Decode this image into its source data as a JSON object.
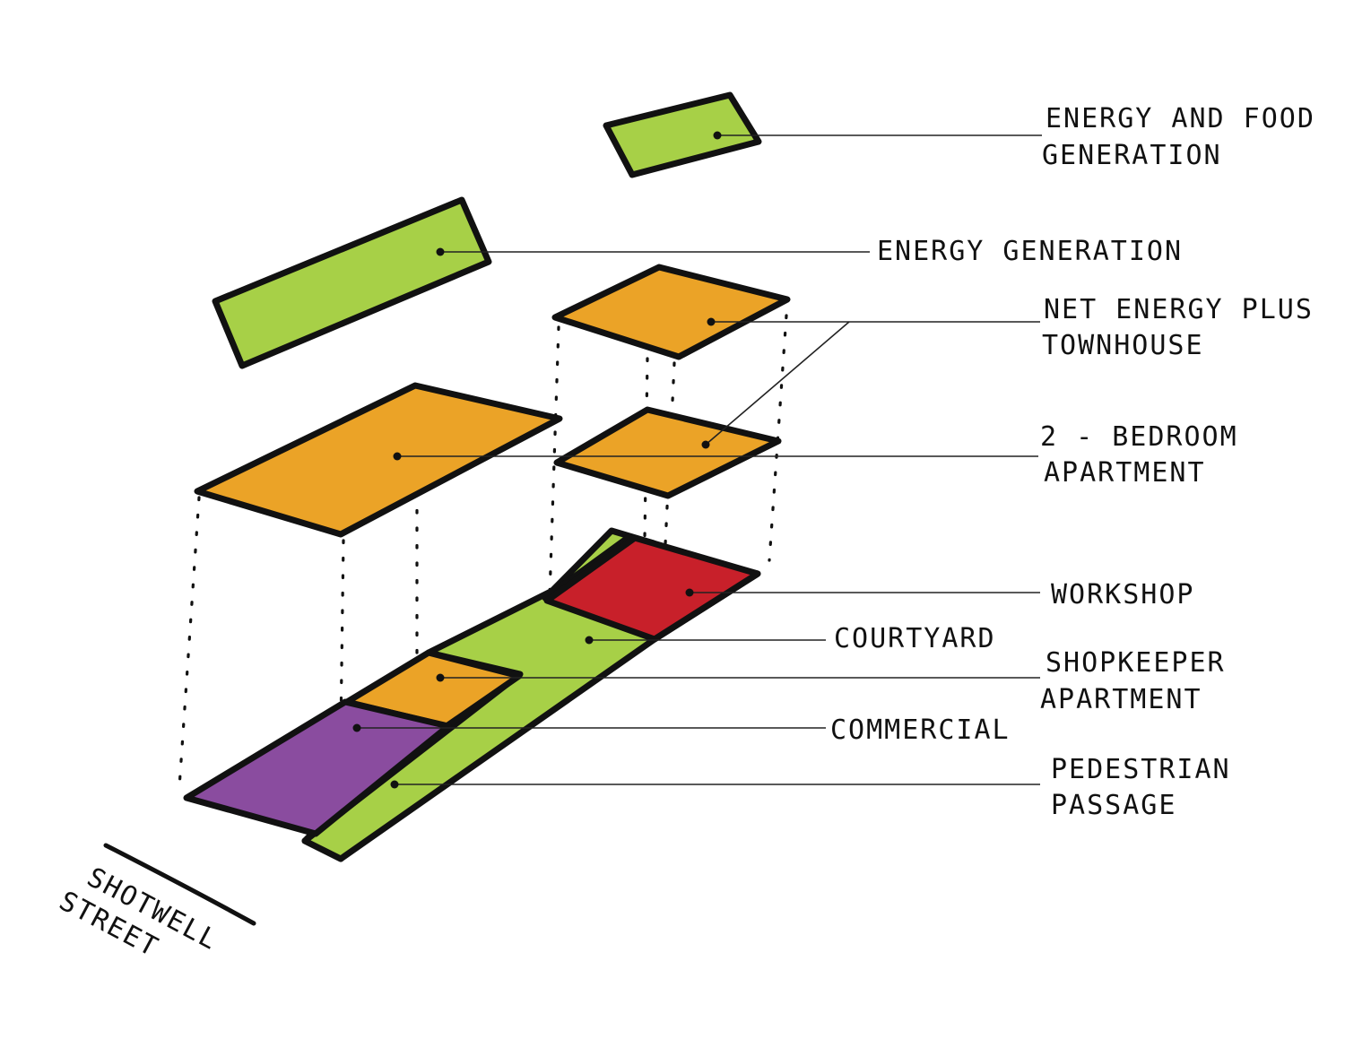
{
  "colors": {
    "green": "#a7d047",
    "orange": "#eba327",
    "red": "#c8202a",
    "purple": "#8a4c9f"
  },
  "labels": {
    "energy_and_food_generation": [
      "ENERGY AND FOOD",
      "GENERATION"
    ],
    "energy_generation": [
      "ENERGY GENERATION"
    ],
    "net_energy_plus_townhouse": [
      "NET ENERGY PLUS",
      "TOWNHOUSE"
    ],
    "two_bedroom_apartment": [
      "2 - BEDROOM",
      "APARTMENT"
    ],
    "workshop": [
      "WORKSHOP"
    ],
    "courtyard": [
      "COURTYARD"
    ],
    "shopkeeper_apartment": [
      "SHOPKEEPER",
      "APARTMENT"
    ],
    "commercial": [
      "COMMERCIAL"
    ],
    "pedestrian_passage": [
      "PEDESTRIAN",
      "PASSAGE"
    ],
    "street": [
      "SHOTWELL",
      "STREET"
    ]
  }
}
